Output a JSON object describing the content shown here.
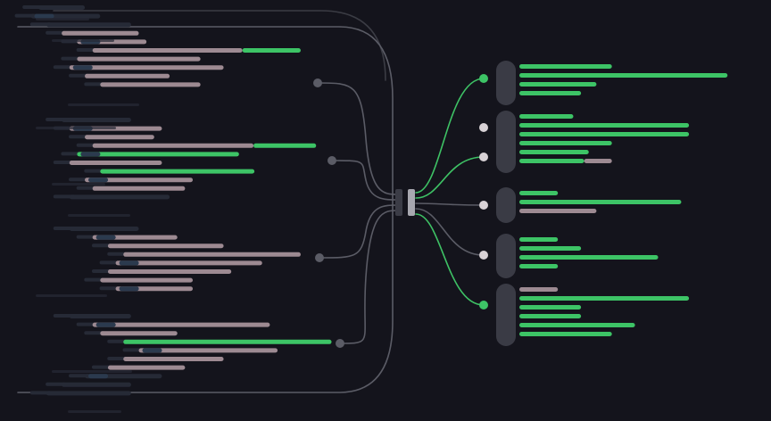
{
  "palette": {
    "background": "#14141c",
    "connector": "#5b5c66",
    "connector_active": "#3ec265",
    "node_dot": "#5b5c66",
    "node_dot_light": "#d8d2d6",
    "code_bar_dark": "#262a36",
    "code_bar_blue": "#2b3a4e",
    "code_bar_pink": "#9d8a92",
    "code_bar_green": "#3dc466",
    "code_bar_green_light": "#6fd68c",
    "router_block": "#3b3c46",
    "router_block_light": "#a8a8b0",
    "pill": "#3a3b45"
  },
  "icons": {
    "left_stream": "code-lines-icon",
    "right_stream": "output-lines-icon",
    "router": "router-block-icon"
  },
  "left_groups": [
    {
      "name": "left-group-1",
      "lines": [
        {
          "indent": 0.05,
          "length": 0.06,
          "tone": "dark"
        },
        {
          "indent": 0.04,
          "length": 0.09,
          "tone": "dark"
        },
        {
          "indent": 0.06,
          "length": 0.11,
          "tone": "dark"
        },
        {
          "indent": 0.08,
          "length": 0.1,
          "tone": "pink"
        },
        {
          "indent": 0.1,
          "length": 0.09,
          "tone": "pink"
        },
        {
          "indent": 0.12,
          "length": 0.27,
          "tone": "pinkgreen"
        },
        {
          "indent": 0.1,
          "length": 0.16,
          "tone": "pink"
        },
        {
          "indent": 0.09,
          "length": 0.2,
          "tone": "pink"
        },
        {
          "indent": 0.11,
          "length": 0.11,
          "tone": "pink"
        },
        {
          "indent": 0.13,
          "length": 0.13,
          "tone": "pink"
        }
      ]
    },
    {
      "name": "left-group-2",
      "lines": [
        {
          "indent": 0.08,
          "length": 0.09,
          "tone": "dark"
        },
        {
          "indent": 0.09,
          "length": 0.12,
          "tone": "pink"
        },
        {
          "indent": 0.11,
          "length": 0.09,
          "tone": "pink"
        },
        {
          "indent": 0.12,
          "length": 0.29,
          "tone": "pinkgreen"
        },
        {
          "indent": 0.1,
          "length": 0.21,
          "tone": "green"
        },
        {
          "indent": 0.09,
          "length": 0.12,
          "tone": "pink"
        },
        {
          "indent": 0.13,
          "length": 0.2,
          "tone": "green"
        },
        {
          "indent": 0.11,
          "length": 0.14,
          "tone": "pink"
        },
        {
          "indent": 0.12,
          "length": 0.12,
          "tone": "pink"
        },
        {
          "indent": 0.09,
          "length": 0.13,
          "tone": "dark"
        }
      ]
    },
    {
      "name": "left-group-3",
      "lines": [
        {
          "indent": 0.09,
          "length": 0.09,
          "tone": "dark"
        },
        {
          "indent": 0.12,
          "length": 0.11,
          "tone": "pink"
        },
        {
          "indent": 0.14,
          "length": 0.15,
          "tone": "pink"
        },
        {
          "indent": 0.16,
          "length": 0.23,
          "tone": "pink"
        },
        {
          "indent": 0.15,
          "length": 0.19,
          "tone": "pink"
        },
        {
          "indent": 0.14,
          "length": 0.16,
          "tone": "pink"
        },
        {
          "indent": 0.13,
          "length": 0.12,
          "tone": "pink"
        },
        {
          "indent": 0.15,
          "length": 0.1,
          "tone": "pink"
        }
      ]
    },
    {
      "name": "left-group-4",
      "lines": [
        {
          "indent": 0.09,
          "length": 0.08,
          "tone": "dark"
        },
        {
          "indent": 0.12,
          "length": 0.23,
          "tone": "pink"
        },
        {
          "indent": 0.13,
          "length": 0.1,
          "tone": "pink"
        },
        {
          "indent": 0.16,
          "length": 0.27,
          "tone": "green"
        },
        {
          "indent": 0.18,
          "length": 0.18,
          "tone": "pink"
        },
        {
          "indent": 0.16,
          "length": 0.13,
          "tone": "pink"
        },
        {
          "indent": 0.14,
          "length": 0.1,
          "tone": "pink"
        },
        {
          "indent": 0.11,
          "length": 0.1,
          "tone": "dark"
        },
        {
          "indent": 0.08,
          "length": 0.09,
          "tone": "dark"
        },
        {
          "indent": 0.06,
          "length": 0.11,
          "tone": "dark"
        }
      ]
    }
  ],
  "right_groups": [
    {
      "name": "right-group-1",
      "dot_tone": "green",
      "lines": [
        {
          "length": 0.12,
          "tone": "green"
        },
        {
          "length": 0.27,
          "tone": "green"
        },
        {
          "length": 0.1,
          "tone": "green"
        },
        {
          "length": 0.08,
          "tone": "green"
        }
      ]
    },
    {
      "name": "right-group-2",
      "dot_tone": "light",
      "lines": [
        {
          "length": 0.07,
          "tone": "green"
        },
        {
          "length": 0.22,
          "tone": "green"
        },
        {
          "length": 0.22,
          "tone": "green"
        },
        {
          "length": 0.12,
          "tone": "green"
        },
        {
          "length": 0.09,
          "tone": "green"
        },
        {
          "length": 0.12,
          "tone": "greenpink"
        }
      ]
    },
    {
      "name": "right-group-3",
      "dot_tone": "light",
      "lines": [
        {
          "length": 0.05,
          "tone": "green"
        },
        {
          "length": 0.21,
          "tone": "green"
        },
        {
          "length": 0.1,
          "tone": "pink"
        }
      ]
    },
    {
      "name": "right-group-4",
      "dot_tone": "light",
      "lines": [
        {
          "length": 0.05,
          "tone": "green"
        },
        {
          "length": 0.08,
          "tone": "green"
        },
        {
          "length": 0.18,
          "tone": "green"
        },
        {
          "length": 0.05,
          "tone": "green"
        }
      ]
    },
    {
      "name": "right-group-5",
      "dot_tone": "green",
      "lines": [
        {
          "length": 0.05,
          "tone": "pink"
        },
        {
          "length": 0.22,
          "tone": "green"
        },
        {
          "length": 0.08,
          "tone": "green"
        },
        {
          "length": 0.08,
          "tone": "green"
        },
        {
          "length": 0.15,
          "tone": "green"
        },
        {
          "length": 0.12,
          "tone": "green"
        }
      ]
    }
  ]
}
